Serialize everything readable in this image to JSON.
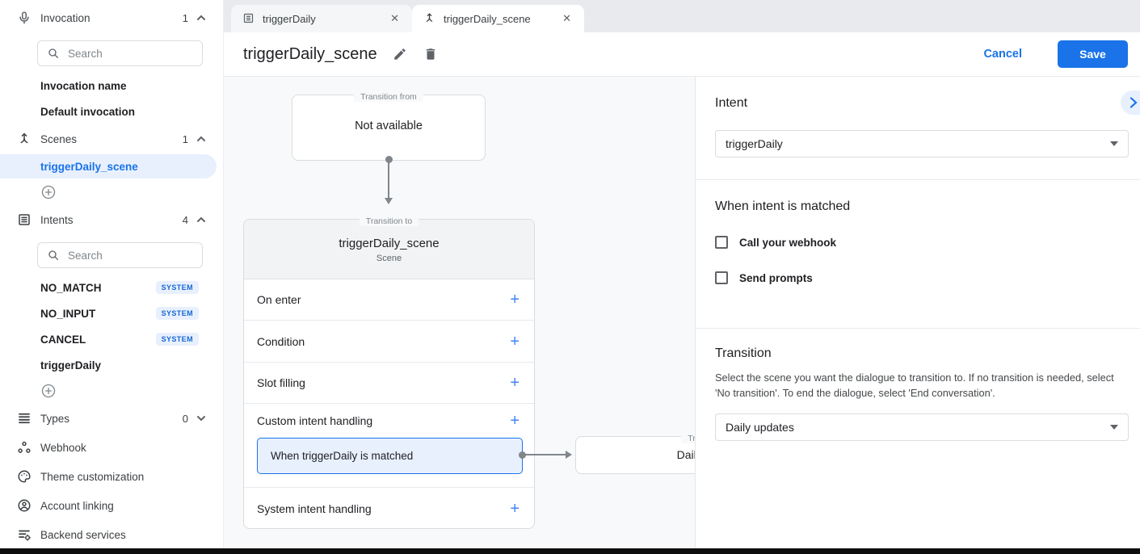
{
  "icons": {
    "close_glyph": "✕",
    "plus_glyph": "+"
  },
  "colors": {
    "accent_blue": "#1a73e8",
    "selection_blue": "#e8f0fe",
    "canvas_gray": "#f8f9fa"
  },
  "sidebar": {
    "invocation": {
      "label": "Invocation",
      "count": "1"
    },
    "invocation_search_placeholder": "Search",
    "invocation_items": [
      {
        "label": "Invocation name"
      },
      {
        "label": "Default invocation"
      }
    ],
    "scenes": {
      "label": "Scenes",
      "count": "1"
    },
    "scenes_items": [
      {
        "label": "triggerDaily_scene",
        "selected": true
      }
    ],
    "intents": {
      "label": "Intents",
      "count": "4"
    },
    "intents_search_placeholder": "Search",
    "intent_items": [
      {
        "label": "NO_MATCH",
        "badge": "SYSTEM"
      },
      {
        "label": "NO_INPUT",
        "badge": "SYSTEM"
      },
      {
        "label": "CANCEL",
        "badge": "SYSTEM"
      },
      {
        "label": "triggerDaily"
      }
    ],
    "types": {
      "label": "Types",
      "count": "0"
    },
    "webhook_label": "Webhook",
    "theme_label": "Theme customization",
    "account_label": "Account linking",
    "backend_label": "Backend services"
  },
  "tabs": [
    {
      "label": "triggerDaily"
    },
    {
      "label": "triggerDaily_scene"
    }
  ],
  "header": {
    "title": "triggerDaily_scene",
    "cancel_label": "Cancel",
    "save_label": "Save"
  },
  "canvas": {
    "transition_from": {
      "legend": "Transition from",
      "content": "Not available"
    },
    "scene_node": {
      "legend": "Transition to",
      "title": "triggerDaily_scene",
      "subtitle": "Scene",
      "rows": [
        {
          "label": "On enter"
        },
        {
          "label": "Condition"
        },
        {
          "label": "Slot filling"
        },
        {
          "label": "Custom intent handling"
        },
        {
          "label": "System intent handling"
        }
      ],
      "selected_handler": "When triggerDaily is matched"
    },
    "target_node": {
      "legend": "Transition to",
      "title": "Daily updates"
    }
  },
  "panel": {
    "intent": {
      "heading": "Intent",
      "value": "triggerDaily"
    },
    "matched": {
      "heading": "When intent is matched",
      "options": [
        {
          "label": "Call your webhook",
          "checked": false
        },
        {
          "label": "Send prompts",
          "checked": false
        }
      ]
    },
    "transition": {
      "heading": "Transition",
      "description": "Select the scene you want the dialogue to transition to. If no transition is needed, select 'No transition'. To end the dialogue, select 'End conversation'.",
      "value": "Daily updates"
    }
  }
}
